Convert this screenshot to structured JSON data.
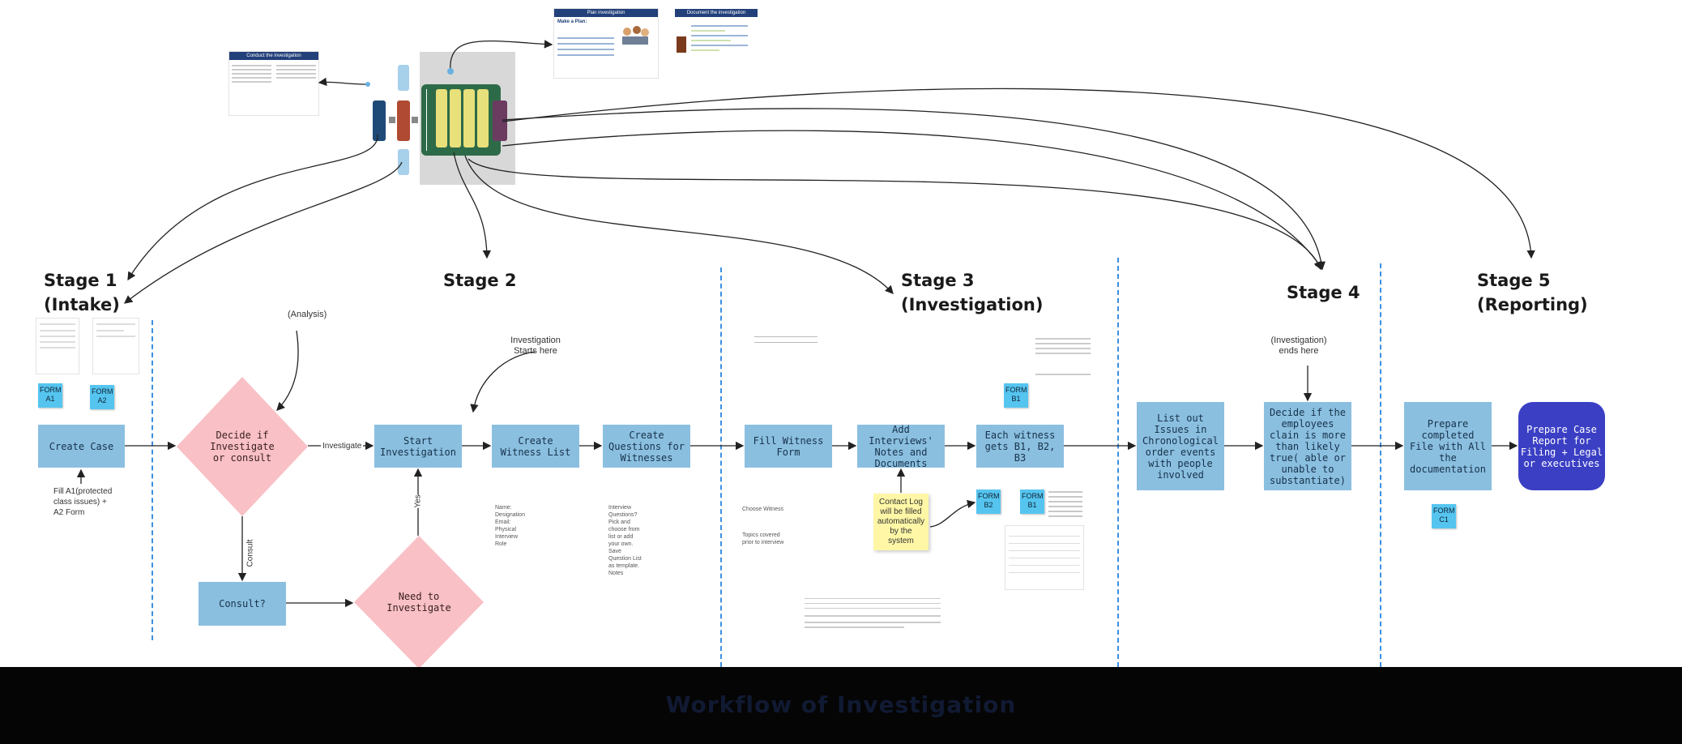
{
  "stages": {
    "s1": [
      "Stage 1",
      "(Intake)"
    ],
    "s2": "Stage 2",
    "s3": [
      "Stage 3",
      "(Investigation)"
    ],
    "s4": "Stage 4",
    "s5": [
      "Stage 5",
      "(Reporting)"
    ]
  },
  "nodes": {
    "create_case": "Create Case",
    "decide": "Decide if Investigate or consult",
    "consult": "Consult?",
    "need_investigate": "Need to Investigate",
    "start_investigation": "Start Investigation",
    "witness_list": "Create Witness List",
    "questions": "Create Questions for Witnesses",
    "fill_witness": "Fill Witness Form",
    "add_interviews": "Add Interviews' Notes and Documents",
    "each_witness": "Each witness gets B1, B2, B3",
    "list_issues": "List out Issues in Chronological order events with people involved",
    "decide_claim": "Decide if the employees clain is more than likely true( able or unable to substantiate)",
    "prepare_file": "Prepare completed File with All the documentation",
    "prepare_report": "Prepare Case Report for Filing + Legal or executives"
  },
  "edge_labels": {
    "investigate": "Investigate",
    "consult": "Consult",
    "yes": "Yes"
  },
  "annotations": {
    "analysis": "(Analysis)",
    "inv_starts": "Investigation Starts here",
    "inv_ends": "(Investigation) ends here",
    "fill_a1": "Fill A1(protected class issues) + A2 Form",
    "witness_fields": "Name: Designation Email: Physical Interview  Role",
    "interview_q": "Interview Questions?  Pick and choose from list or add your own. Save Question List as template.  Notes",
    "choose_witness": "Choose Witness",
    "topics": "Topics covered prior to interview"
  },
  "forms": {
    "a1": "FORM A1",
    "a2": "FORM A2",
    "b1_top": "FORM B1",
    "b2": "FORM B2",
    "b1": "FORM B1",
    "c1": "FORM C1"
  },
  "sticky": "Contact Log will be filled automatically by the system",
  "thumbs": {
    "conduct": "Conduct the investigation",
    "plan": "Plan investigation",
    "plan_heading": "Make a Plan:",
    "document": "Document the investigation"
  },
  "footer_title": "Workflow of Investigation",
  "colors": {
    "process": "#8bbfe0",
    "diamond": "#f9c0c6",
    "final": "#3b3fc4",
    "form": "#55c5f0",
    "divider": "#3b8fe0"
  }
}
